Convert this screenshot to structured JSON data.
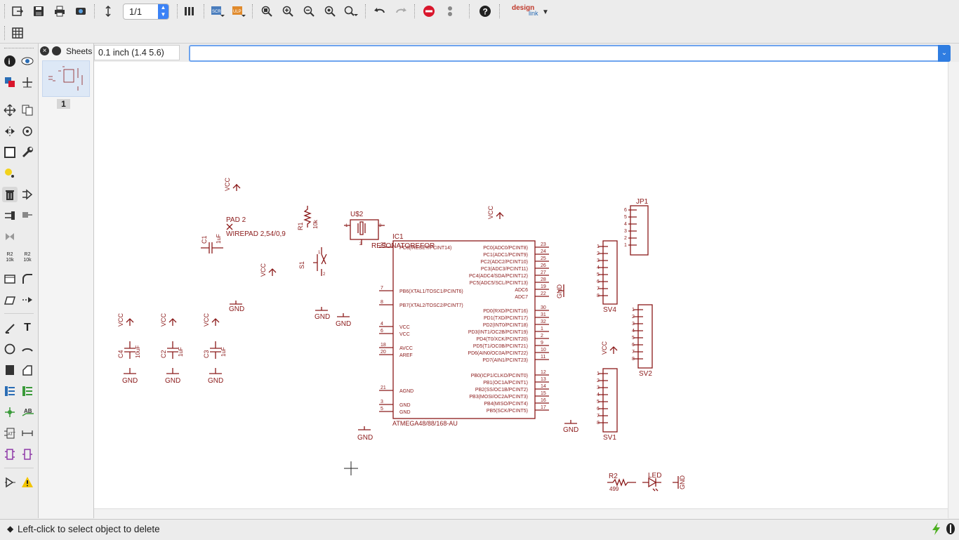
{
  "toolbar": {
    "sheet_selector_value": "1/1",
    "logo_text": "design\nlink",
    "logo_part1": "design",
    "logo_part2": "link"
  },
  "sheets_panel": {
    "title": "Sheets",
    "sheet_number": "1"
  },
  "coordinate_display": "0.1 inch (1.4 5.6)",
  "command_input": {
    "value": ""
  },
  "left_tools": {
    "r2_label_a": "R2",
    "r2_value_a": "10k",
    "r2_label_b": "R2",
    "r2_value_b": "10k",
    "text_tool": "T"
  },
  "status": {
    "message": "Left-click to select object to delete"
  },
  "schematic": {
    "ic1": {
      "name": "IC1",
      "part": "ATMEGA48/88/168-AU",
      "left_pins": [
        {
          "num": "29",
          "label": "PC6(/RESET/PCINT14)"
        },
        {
          "num": "7",
          "label": "PB6(XTAL1/TOSC1/PCINT6)"
        },
        {
          "num": "8",
          "label": "PB7(XTAL2/TOSC2/PCINT7)"
        },
        {
          "num": "4",
          "label": "VCC"
        },
        {
          "num": "6",
          "label": "VCC"
        },
        {
          "num": "18",
          "label": "AVCC"
        },
        {
          "num": "20",
          "label": "AREF"
        },
        {
          "num": "21",
          "label": "AGND"
        },
        {
          "num": "3",
          "label": "GND"
        },
        {
          "num": "5",
          "label": "GND"
        }
      ],
      "right_pins": [
        {
          "num": "23",
          "label": "PC0(ADC0/PCINT8)"
        },
        {
          "num": "24",
          "label": "PC1(ADC1/PCINT9)"
        },
        {
          "num": "25",
          "label": "PC2(ADC2/PCINT10)"
        },
        {
          "num": "26",
          "label": "PC3(ADC3/PCINT11)"
        },
        {
          "num": "27",
          "label": "PC4(ADC4/SDA/PCINT12)"
        },
        {
          "num": "28",
          "label": "PC5(ADC5/SCL/PCINT13)"
        },
        {
          "num": "19",
          "label": "ADC6"
        },
        {
          "num": "22",
          "label": "ADC7"
        },
        {
          "num": "30",
          "label": "PD0(RXD/PCINT16)"
        },
        {
          "num": "31",
          "label": "PD1(TXD/PCINT17)"
        },
        {
          "num": "32",
          "label": "PD2(INT0/PCINT18)"
        },
        {
          "num": "1",
          "label": "PD3(INT1/OC2B/PCINT19)"
        },
        {
          "num": "2",
          "label": "PD4(T0/XCK/PCINT20)"
        },
        {
          "num": "9",
          "label": "PD5(T1/OC0B/PCINT21)"
        },
        {
          "num": "10",
          "label": "PD6(AIN0/OC0A/PCINT22)"
        },
        {
          "num": "11",
          "label": "PD7(AIN1/PCINT23)"
        },
        {
          "num": "12",
          "label": "PB0(ICP1/CLKO/PCINT0)"
        },
        {
          "num": "13",
          "label": "PB1(OC1A/PCINT1)"
        },
        {
          "num": "14",
          "label": "PB2(SS/OC1B/PCINT2)"
        },
        {
          "num": "15",
          "label": "PB3(MOSI/OC2A/PCINT3)"
        },
        {
          "num": "16",
          "label": "PB4(MISO/PCINT4)"
        },
        {
          "num": "17",
          "label": "PB5(SCK/PCINT5)"
        }
      ]
    },
    "u2": {
      "name": "U$2",
      "part": "RESONATOREFOR",
      "pin1": "1",
      "pin2": "2",
      "pin3": "3"
    },
    "r1": {
      "name": "R1",
      "value": "10k"
    },
    "s1": {
      "name": "S1",
      "pin1": "1",
      "pin2": "2"
    },
    "pad2": {
      "name": "PAD 2",
      "value": "WIREPAD 2,54/0,9"
    },
    "c1": {
      "name": "C1",
      "value": "1uF"
    },
    "c2": {
      "name": "C2",
      "value": "1uF"
    },
    "c3": {
      "name": "C3",
      "value": "1uF"
    },
    "c4": {
      "name": "C4",
      "value": "10uF"
    },
    "r2": {
      "name": "R2",
      "value": "499"
    },
    "led": {
      "name": "LED"
    },
    "jp1": {
      "name": "JP1",
      "pins": [
        "6",
        "5",
        "4",
        "3",
        "2",
        "1"
      ]
    },
    "sv1": {
      "name": "SV1",
      "pins": [
        "1",
        "2",
        "3",
        "4",
        "5",
        "6",
        "7",
        "8"
      ]
    },
    "sv2": {
      "name": "SV2",
      "pins": [
        "1",
        "2",
        "3",
        "4",
        "5",
        "6",
        "7",
        "8"
      ]
    },
    "sv4": {
      "name": "SV4",
      "pins": [
        "1",
        "2",
        "3",
        "4",
        "5",
        "6",
        "7",
        "8"
      ]
    },
    "vcc_label": "VCC",
    "gnd_label": "GND"
  },
  "colors": {
    "net": "#8b1a1a",
    "accent": "#3b82f6"
  }
}
